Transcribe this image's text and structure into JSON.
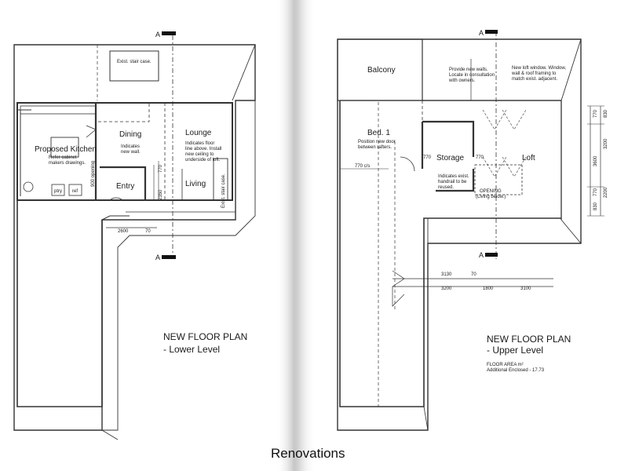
{
  "section_marker": "A",
  "lower": {
    "title_line1": "NEW FLOOR PLAN",
    "title_line2": "- Lower Level",
    "rooms": {
      "stair": "Exist. stair case.",
      "kitchen": "Proposed Kitchen",
      "kitchen_note1": "Refer cabinet",
      "kitchen_note2": "makers drawings.",
      "pantry": "ptry",
      "fridge": "ref",
      "dining": "Dining",
      "dining_note1": "Indicates",
      "dining_note2": "new wall.",
      "entry": "Entry",
      "lounge": "Lounge",
      "lounge_note1": "Indicates floor",
      "lounge_note2": "line above. Install",
      "lounge_note3": "new ceiling to",
      "lounge_note4": "underside of loft.",
      "living": "Living",
      "stair_vertical": "Exist. stair case."
    },
    "dims": {
      "opening": "900 opening",
      "d770": "770",
      "d2350": "2350",
      "d2600": "2600",
      "d70": "70"
    }
  },
  "upper": {
    "title_line1": "NEW FLOOR PLAN",
    "title_line2": "- Upper Level",
    "area_line1": "FLOOR AREA  m²",
    "area_line2": "Additional Enclosed - 17.73",
    "rooms": {
      "balcony": "Balcony",
      "bed": "Bed. 1",
      "bed_note1": "Position new door",
      "bed_note2": "between rafters.",
      "storage": "Storage",
      "loft": "Loft",
      "opening_line1": "OPENING",
      "opening_line2": "(Living below.)",
      "walls_note1": "Provide new walls.",
      "walls_note2": "Locate in consultation",
      "walls_note3": "with owners.",
      "window_note1": "New loft window. Window,",
      "window_note2": "wall & roof framing to",
      "window_note3": "match exist. adjacent.",
      "handrail_note1": "Indicates exist.",
      "handrail_note2": "handrail to be",
      "handrail_note3": "reused."
    },
    "dims": {
      "d770cs": "770 c/s",
      "d770a": "770",
      "d770b": "770",
      "d3130": "3130",
      "d70": "70",
      "d3200": "3200",
      "d1800": "1800",
      "d3100": "3100",
      "v830a": "830",
      "v770": "770",
      "v3200": "3200",
      "v3600": "3600",
      "v2200": "2200",
      "v770b": "770",
      "v830b": "830"
    }
  },
  "caption": "Renovations"
}
